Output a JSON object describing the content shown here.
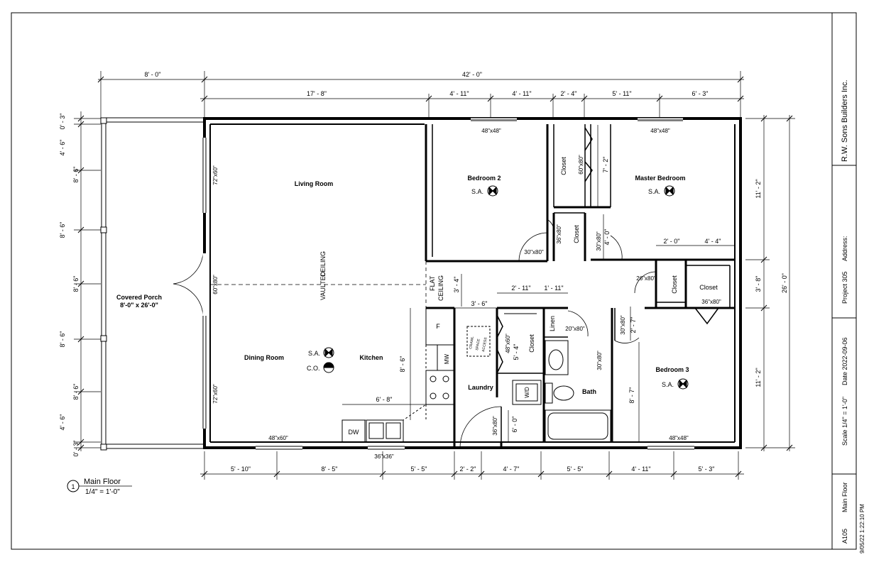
{
  "title_block": {
    "company": "R.W. Sons Builders Inc.",
    "project": "Project 305",
    "address_label": "Address:",
    "scale": "Scale  1/4\" = 1'-0\"",
    "date": "Date  2022-09-06",
    "sheet_number": "A105",
    "sheet_name": "Main Floor",
    "timestamp": "9/05/22 1:22:10 PM"
  },
  "view_tag": {
    "number": "1",
    "name": "Main Floor",
    "scale": "1/4\" = 1'-0\""
  },
  "rooms": {
    "living_room": "Living Room",
    "dining_room": "Dining Room",
    "kitchen": "Kitchen",
    "bedroom_2": "Bedroom 2",
    "master_bedroom": "Master Bedroom",
    "bedroom_3": "Bedroom 3",
    "laundry": "Laundry",
    "bath": "Bath",
    "closet": "Closet",
    "linen": "Linen",
    "covered_porch": "Covered Porch",
    "covered_porch_size": "8'-0\" x 26'-0\""
  },
  "annotations": {
    "smoke_alarm": "S.A.",
    "co_alarm": "C.O.",
    "vaulted_ceiling_1": "VAULTED",
    "vaulted_ceiling_2": "CEILING",
    "flat_ceiling_1": "FLAT",
    "flat_ceiling_2": "CEILING",
    "crawl_space_1": "CRAWL",
    "crawl_space_2": "SPACE",
    "crawl_space_3": "ACCESS",
    "fridge": "F",
    "microwave": "MW",
    "dishwasher": "DW",
    "washer_dryer": "W/D"
  },
  "openings": {
    "w_48x48": "48\"x48\"",
    "w_72x60": "72\"x60\"",
    "w_48x60": "48\"x60\"",
    "w_36x36": "36\"x36\"",
    "d_60x80": "60\"x80\"",
    "d_36x80": "36\"x80\"",
    "d_30x80": "30\"x80\"",
    "d_26x80": "26\"x80\"",
    "d_20x80": "20\"x80\""
  },
  "dimensions": {
    "d_8_0": "8' - 0\"",
    "d_42_0": "42' - 0\"",
    "d_17_8": "17' - 8\"",
    "d_4_11": "4' - 11\"",
    "d_2_4": "2' - 4\"",
    "d_5_11": "5' - 11\"",
    "d_6_3": "6' - 3\"",
    "d_5_10": "5' - 10\"",
    "d_8_5": "8' - 5\"",
    "d_5_5": "5' - 5\"",
    "d_2_2": "2' - 2\"",
    "d_4_7": "4' - 7\"",
    "d_5_3": "5' - 3\"",
    "d_0_3": "0' - 3\"",
    "d_4_6": "4' - 6\"",
    "d_8_6": "8' - 6\"",
    "d_11_2": "11' - 2\"",
    "d_3_8": "3' - 8\"",
    "d_26_0": "26' - 0\"",
    "d_7_2": "7' - 2\"",
    "d_4_0": "4' - 0\"",
    "d_2_0": "2' - 0\"",
    "d_4_4": "4' - 4\"",
    "d_3_4": "3' - 4\"",
    "d_3_6": "3' - 6\"",
    "d_2_11": "2' - 11\"",
    "d_1_11": "1' - 11\"",
    "d_5_4": "5' - 4\"",
    "d_6_8": "6' - 8\"",
    "d_6_0": "6' - 0\"",
    "d_2_7": "2' - 7\"",
    "d_8_7": "8' - 7\""
  }
}
